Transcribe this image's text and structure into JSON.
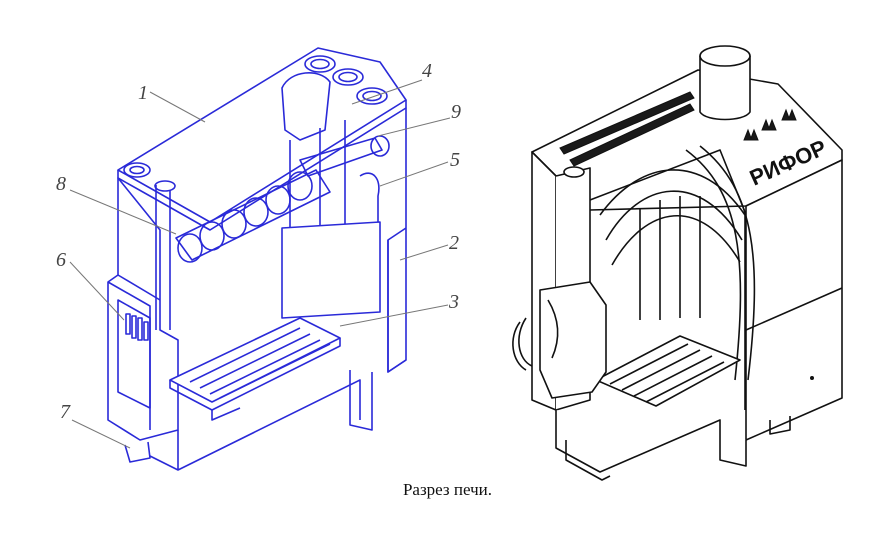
{
  "caption": "Разрез печи.",
  "callouts": [
    {
      "id": "1",
      "label": "1"
    },
    {
      "id": "2",
      "label": "2"
    },
    {
      "id": "3",
      "label": "3"
    },
    {
      "id": "4",
      "label": "4"
    },
    {
      "id": "5",
      "label": "5"
    },
    {
      "id": "6",
      "label": "6"
    },
    {
      "id": "7",
      "label": "7"
    },
    {
      "id": "8",
      "label": "8"
    },
    {
      "id": "9",
      "label": "9"
    }
  ],
  "brand_text": "РИФОР",
  "colors": {
    "line_drawing": "#2a2ad8",
    "render": "#111111",
    "callout_text": "#444444"
  }
}
